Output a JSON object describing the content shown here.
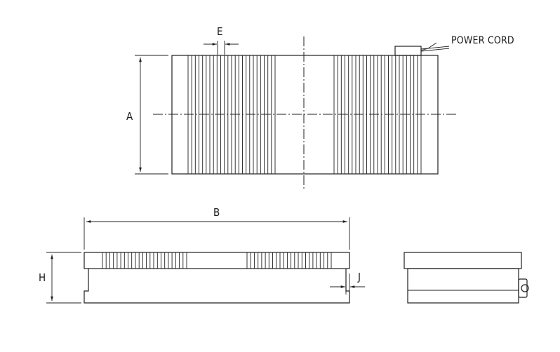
{
  "labels": {
    "power_cord": "POWER CORD",
    "a": "A",
    "b": "B",
    "e": "E",
    "h": "H",
    "j": "J"
  },
  "colors": {
    "line": "#1f1f1f",
    "background": "#ffffff"
  }
}
